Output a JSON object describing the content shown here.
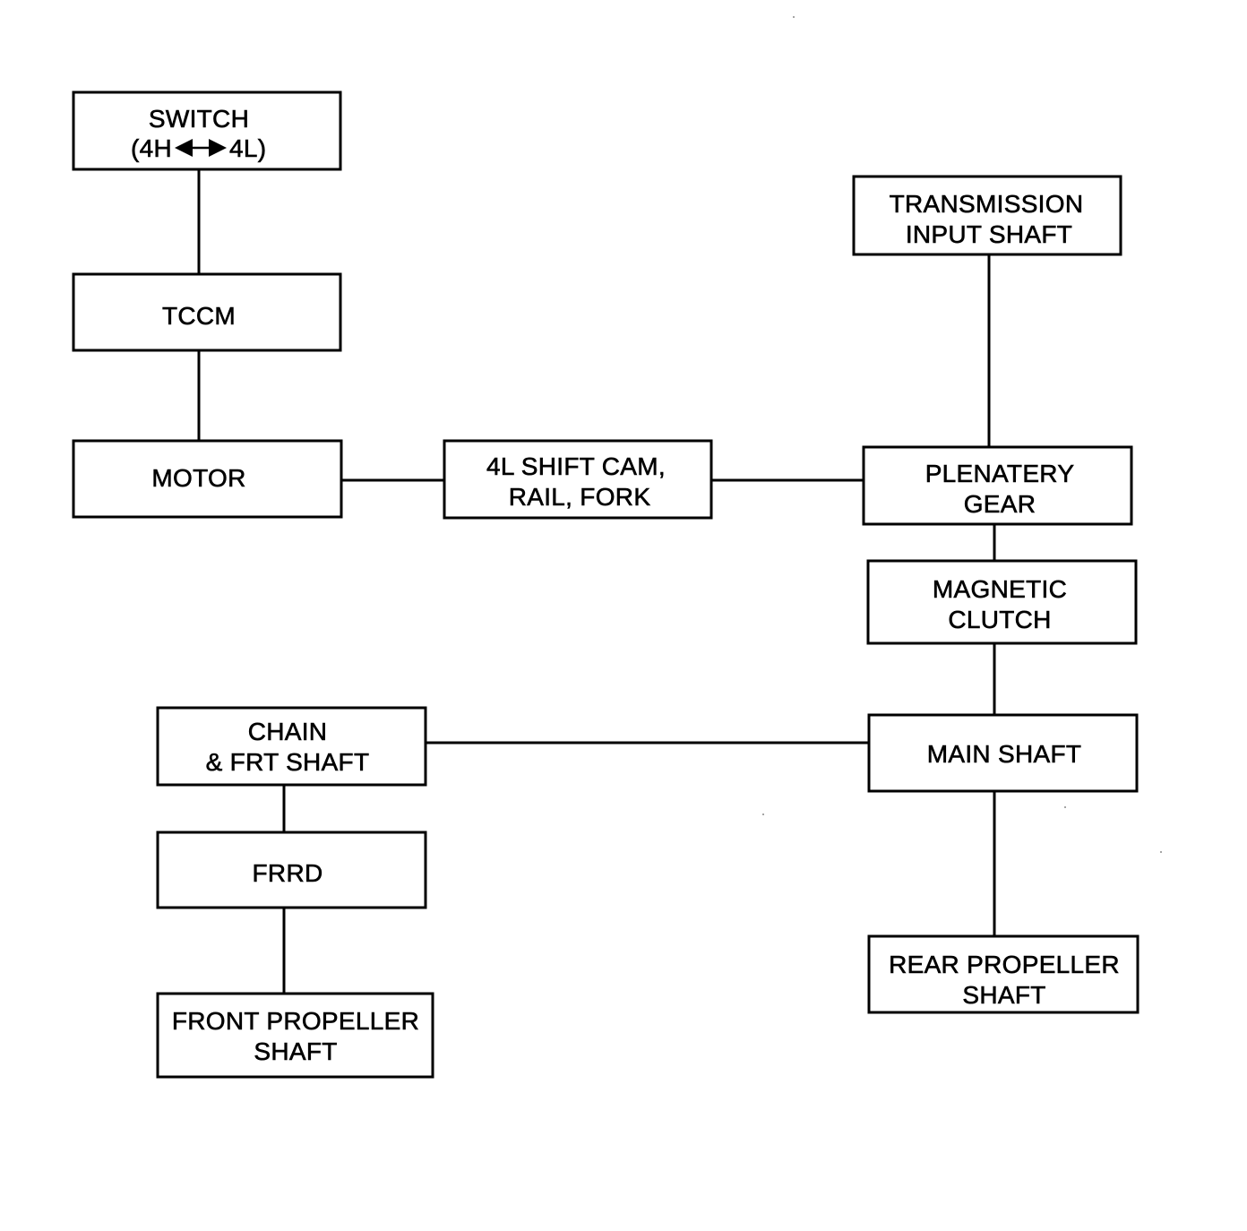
{
  "diagram": {
    "boxes": {
      "switch": {
        "line1": "SWITCH",
        "line2_left": "(4H",
        "line2_right": "4L)"
      },
      "tccm": {
        "label": "TCCM"
      },
      "motor": {
        "label": "MOTOR"
      },
      "shift_cam": {
        "line1": "4L SHIFT CAM,",
        "line2": "RAIL, FORK"
      },
      "transmission_input_shaft": {
        "line1": "TRANSMISSION",
        "line2": "INPUT SHAFT"
      },
      "planetary_gear": {
        "line1": "PLENATERY",
        "line2": "GEAR"
      },
      "magnetic_clutch": {
        "line1": "MAGNETIC",
        "line2": "CLUTCH"
      },
      "main_shaft": {
        "label": "MAIN SHAFT"
      },
      "chain_frt_shaft": {
        "line1": "CHAIN",
        "line2": "& FRT SHAFT"
      },
      "frrd": {
        "label": "FRRD"
      },
      "front_propeller_shaft": {
        "line1": "FRONT PROPELLER",
        "line2": "SHAFT"
      },
      "rear_propeller_shaft": {
        "line1": "REAR PROPELLER",
        "line2": "SHAFT"
      }
    },
    "colors": {
      "stroke": "#000000",
      "background": "#ffffff"
    }
  }
}
